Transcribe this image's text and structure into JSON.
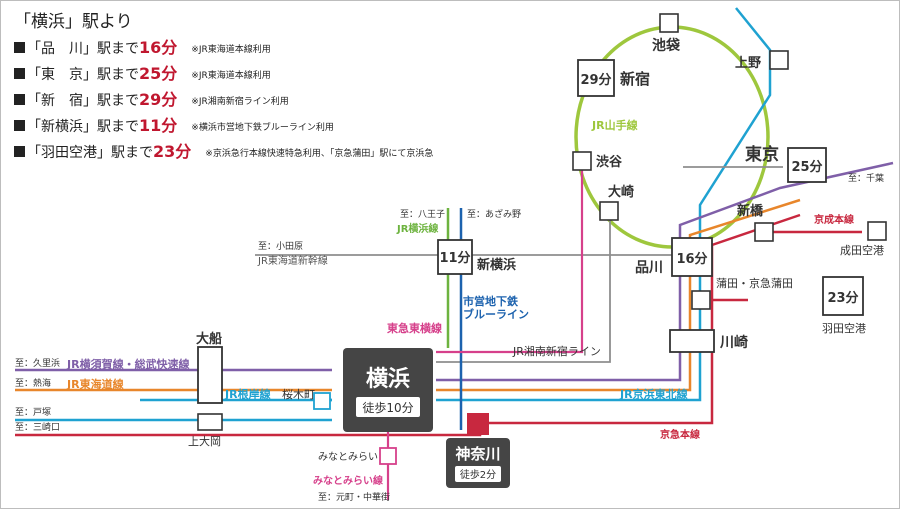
{
  "info": {
    "title": "「横浜」駅より",
    "rows": [
      {
        "label": "「品　川」駅まで",
        "minutes": "16分",
        "note": "※JR東海道本線利用"
      },
      {
        "label": "「東　京」駅まで",
        "minutes": "25分",
        "note": "※JR東海道本線利用"
      },
      {
        "label": "「新　宿」駅まで",
        "minutes": "29分",
        "note": "※JR湘南新宿ライン利用"
      },
      {
        "label": "「新横浜」駅まで",
        "minutes": "11分",
        "note": "※横浜市営地下鉄ブルーライン利用"
      },
      {
        "label": "「羽田空港」駅まで",
        "minutes": "23分",
        "note": "※京浜急行本線快速特急利用、「京急蒲田」駅にて京浜急"
      }
    ]
  },
  "colors": {
    "yamanote": "#9ec73d",
    "yokosuka": "#7f5fa8",
    "tokaido": "#e8862b",
    "negishi": "#1fa2d1",
    "keikyu": "#c8283f",
    "green_line": "#6db33f",
    "blue_line": "#1c62ae",
    "toyoko": "#d6408b",
    "minatomirai": "#d6408b",
    "shinkansen": "#8e8e8e",
    "shonan": "#8e8e8e"
  },
  "stations": {
    "yokohama": {
      "name": "横浜",
      "walk": "徒歩10分"
    },
    "kanagawa": {
      "name": "神奈川",
      "walk": "徒歩2分"
    },
    "shinyokohama": {
      "name": "新横浜",
      "time": "11分"
    },
    "shinagawa": {
      "name": "品川",
      "time": "16分"
    },
    "tokyo": {
      "name": "東京",
      "time": "25分"
    },
    "shinjuku": {
      "name": "新宿",
      "time": "29分"
    },
    "haneda": {
      "name": "羽田空港",
      "time": "23分"
    },
    "ikebukuro": {
      "name": "池袋"
    },
    "ueno": {
      "name": "上野"
    },
    "shibuya": {
      "name": "渋谷"
    },
    "osaki": {
      "name": "大崎"
    },
    "shimbashi": {
      "name": "新橋"
    },
    "kamata": {
      "name": "蒲田・京急蒲田"
    },
    "kawasaki": {
      "name": "川崎"
    },
    "ofuna": {
      "name": "大船"
    },
    "kamiooka": {
      "name": "上大岡"
    },
    "sakuragicho": {
      "name": "桜木町"
    },
    "minatomirai": {
      "name": "みなとみらい"
    },
    "narita": {
      "name": "成田空港"
    }
  },
  "line_labels": {
    "yamanote": "JR山手線",
    "yokohama_line": "JR横浜線",
    "blue_line": "市営地下鉄\nブルーライン",
    "toyoko": "東急東横線",
    "shonan": "JR湘南新宿ライン",
    "keihin": "JR京浜東北線",
    "keikyu": "京急本線",
    "keisei": "京成本線",
    "negishi": "JR根岸線",
    "minatomirai": "みなとみらい線",
    "yokosuka": "JR横須賀線・総武快速線",
    "tokaido": "JR東海道線",
    "shinkansen": "JR東海道新幹線"
  },
  "directions": {
    "hachioji": "至：八王子",
    "azamino": "至：あざみ野",
    "odawara": "至：小田原",
    "kurihama": "至：久里浜",
    "atami": "至：熱海",
    "totsuka": "至：戸塚",
    "misakiguchi": "至：三崎口",
    "chiba": "至：千葉",
    "motomachi": "至：元町・中華街"
  }
}
